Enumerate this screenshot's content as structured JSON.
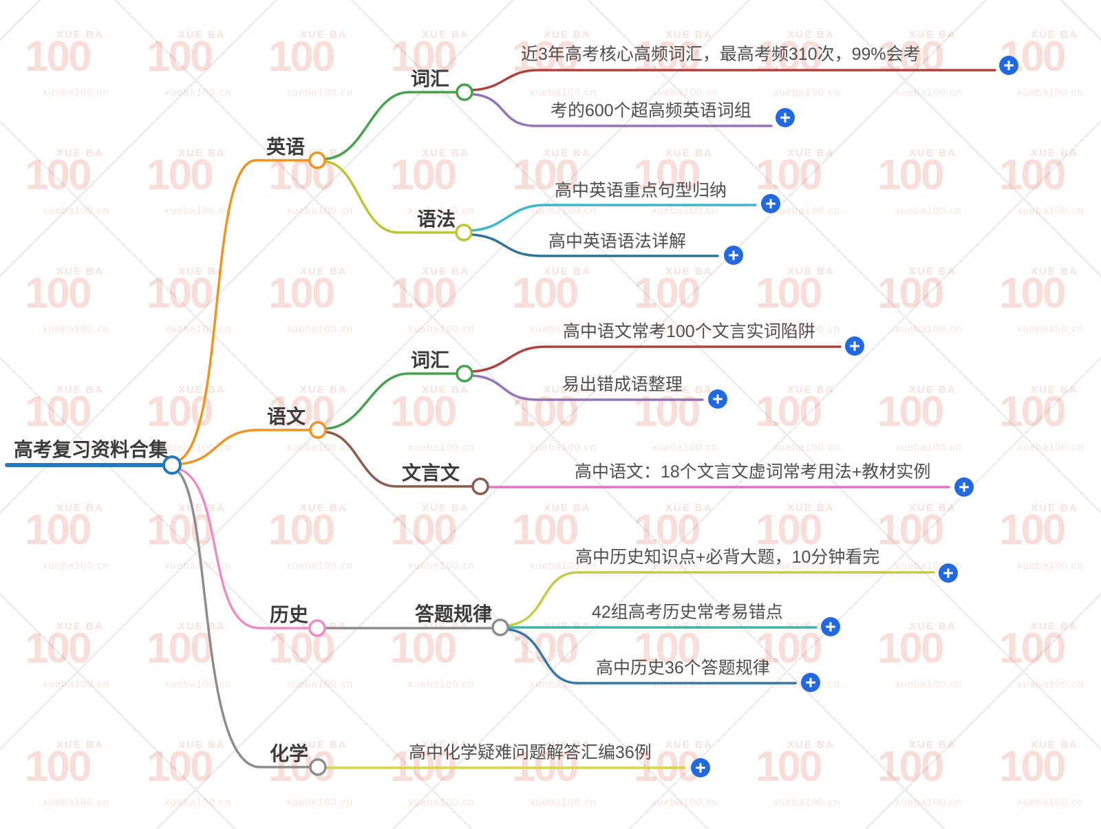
{
  "watermark": {
    "top": "XUE BA",
    "number": "100",
    "domain": "xueba100.cn"
  },
  "ui": {
    "plus": "+"
  },
  "root": {
    "label": "高考复习资料合集"
  },
  "nodes": {
    "english": {
      "label": "英语"
    },
    "en_vocab": {
      "label": "词汇"
    },
    "en_grammar": {
      "label": "语法"
    },
    "chinese": {
      "label": "语文"
    },
    "cn_vocab": {
      "label": "词汇"
    },
    "cn_classical": {
      "label": "文言文"
    },
    "history": {
      "label": "历史"
    },
    "hist_rules": {
      "label": "答题规律"
    },
    "chemistry": {
      "label": "化学"
    }
  },
  "leaves": {
    "en1": {
      "text": "近3年高考核心高频词汇，最高考频310次，99%会考"
    },
    "en2": {
      "text": "考的600个超高频英语词组"
    },
    "en3": {
      "text": "高中英语重点句型归纳"
    },
    "en4": {
      "text": "高中英语语法详解"
    },
    "cn1": {
      "text": "高中语文常考100个文言实词陷阱"
    },
    "cn2": {
      "text": "易出错成语整理"
    },
    "cn3": {
      "text": "高中语文：18个文言文虚词常考用法+教材实例"
    },
    "h1": {
      "text": "高中历史知识点+必背大题，10分钟看完"
    },
    "h2": {
      "text": "42组高考历史常考易错点"
    },
    "h3": {
      "text": "高中历史36个答题规律"
    },
    "chem1": {
      "text": "高中化学疑难问题解答汇编36例"
    }
  },
  "colors": {
    "root_line": "#2279bd",
    "orange": "#f0941f",
    "green": "#43a34d",
    "olive": "#bdc52f",
    "red": "#b4403c",
    "purple": "#9473b8",
    "cyan": "#38b7cd",
    "steel": "#2e7196",
    "brown": "#8a5a4a",
    "pink": "#ef8ac6",
    "magenta": "#de74c8",
    "gray": "#8c8c8c",
    "hist_olive": "#c2cc44",
    "teal": "#3cb4aa",
    "hist_blue": "#3578a6",
    "chem_yellow": "#d8d544",
    "plus_bg": "#2269e0",
    "node_text": "#3b3b3b",
    "leaf_text": "#4e4e4e"
  }
}
